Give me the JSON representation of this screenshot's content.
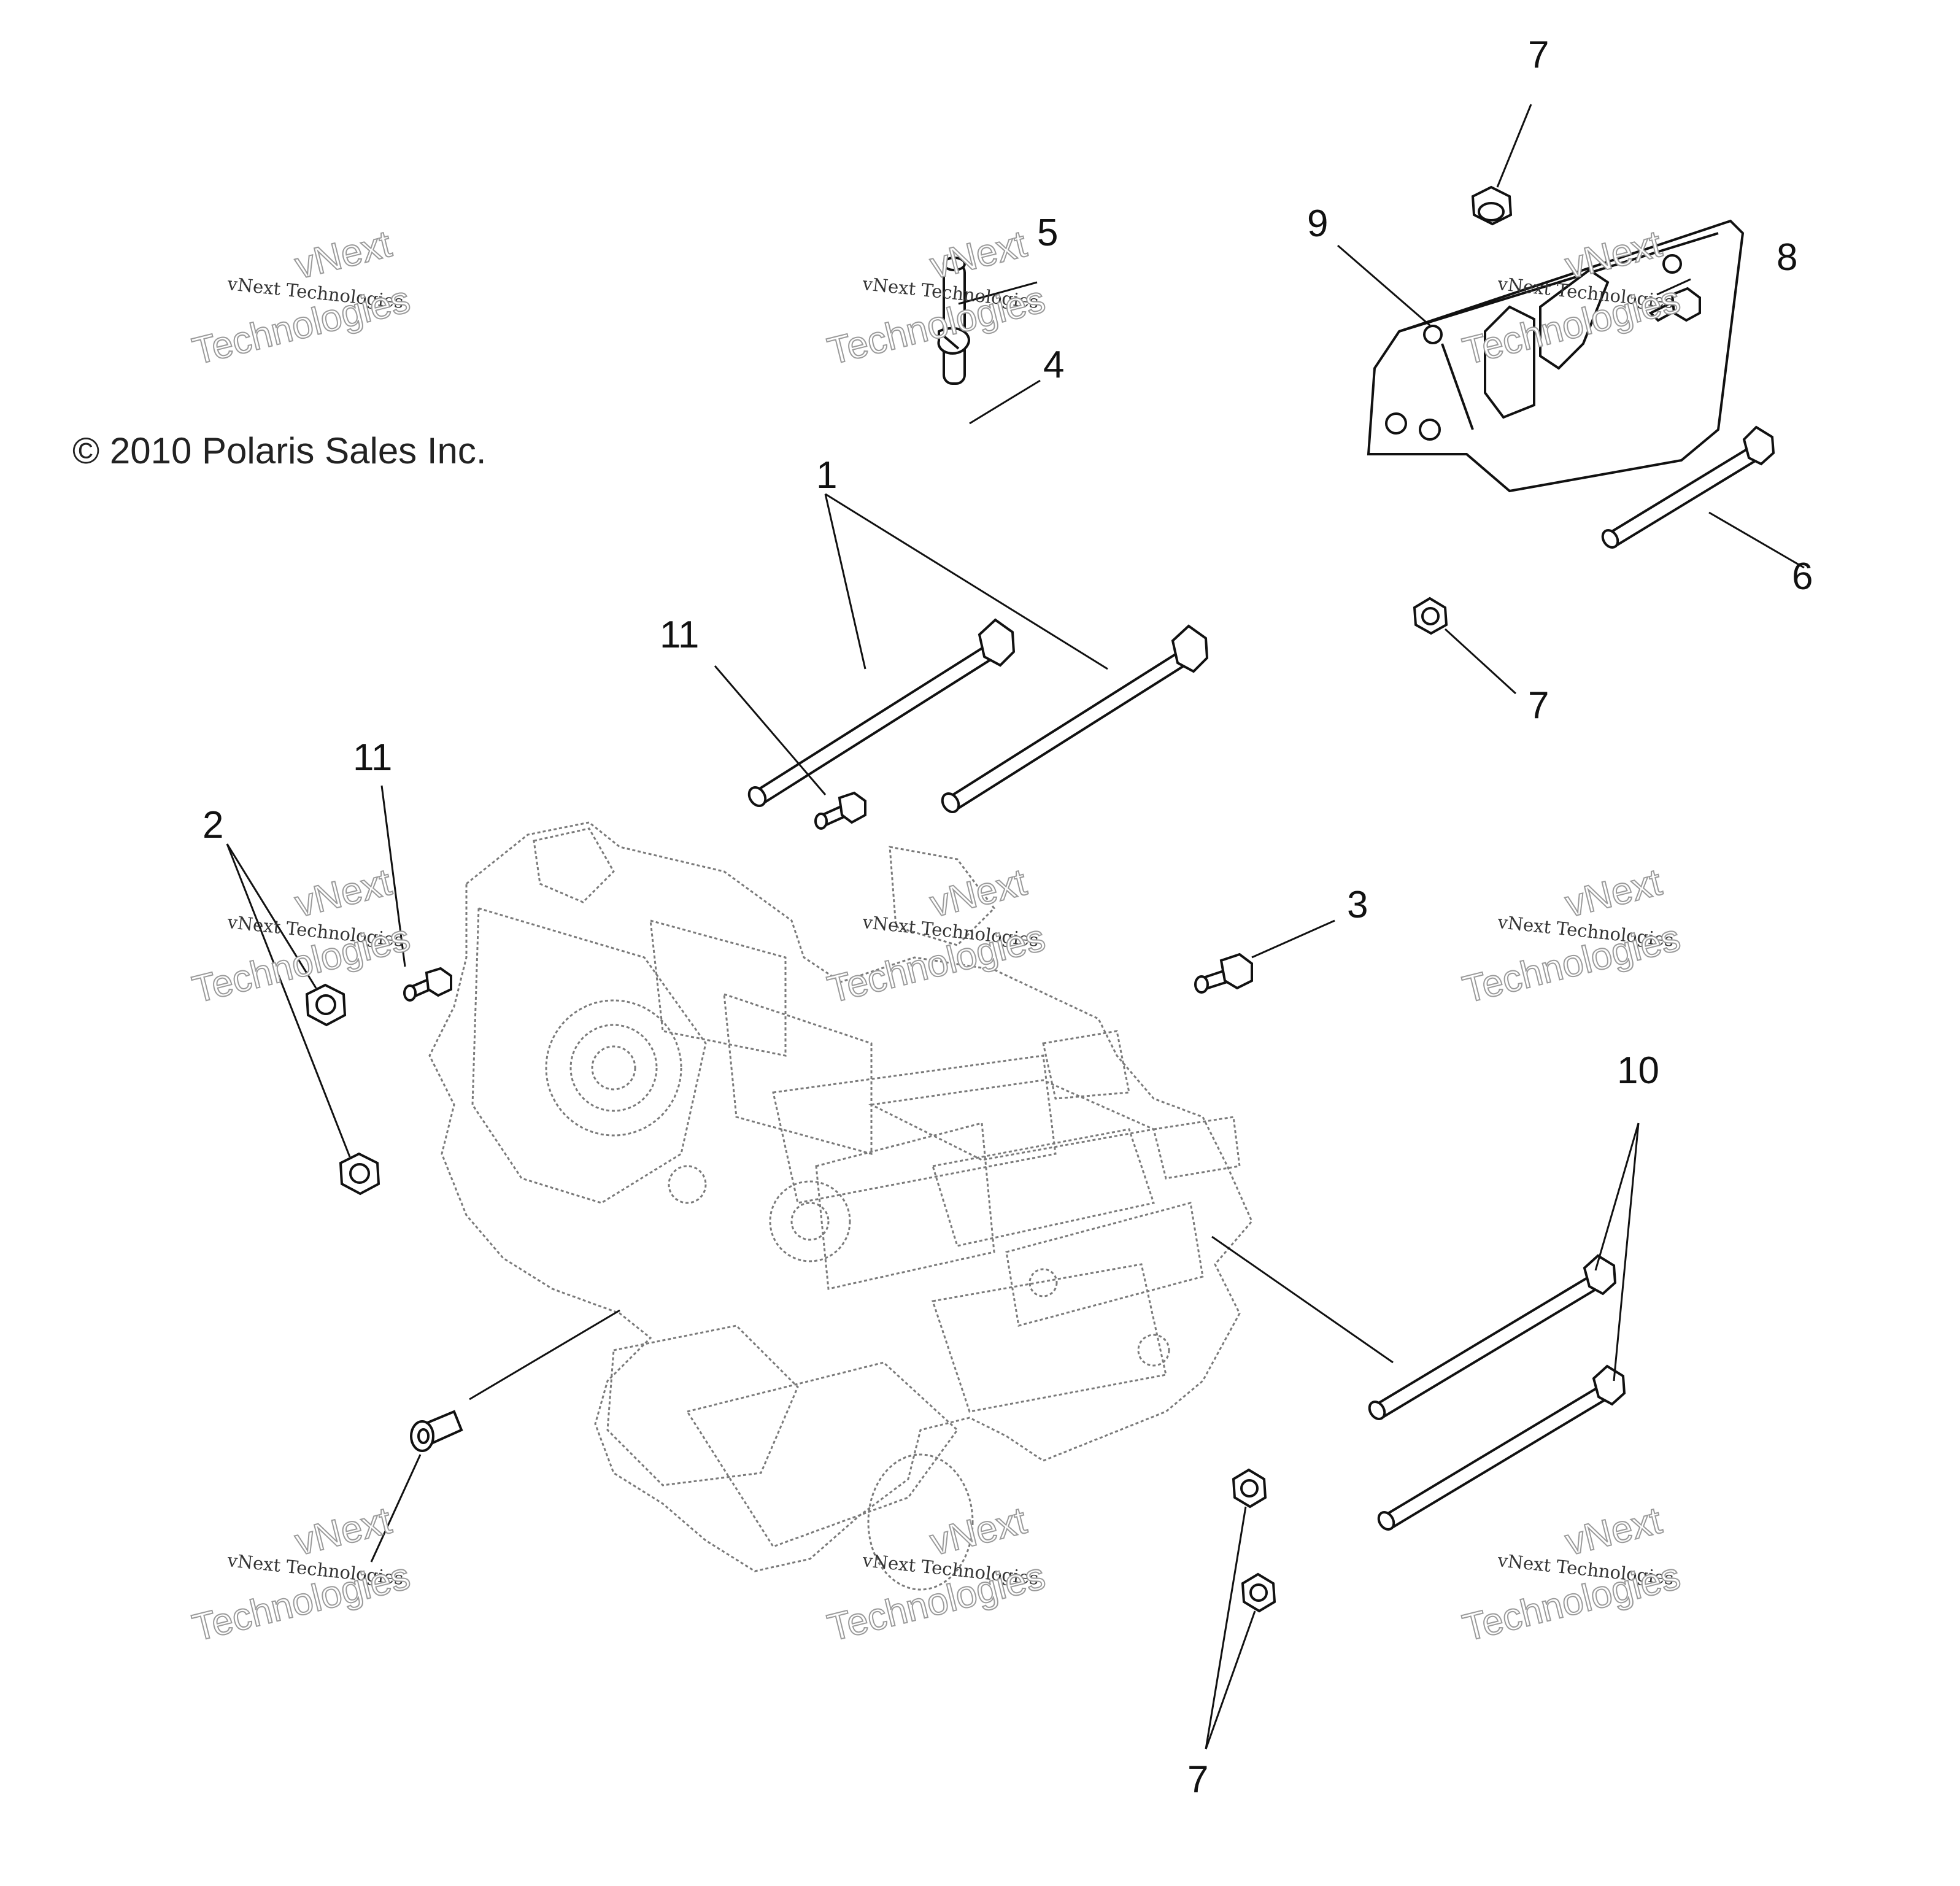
{
  "copyright": "© 2010 Polaris Sales Inc.",
  "watermark": {
    "line1": "vNext Technologies",
    "line2a": "vNext",
    "line2b": "Technologies"
  },
  "callouts": {
    "c1": "1",
    "c2": "2",
    "c3": "3",
    "c4": "4",
    "c5": "5",
    "c6": "6",
    "c7a": "7",
    "c7b": "7",
    "c7c": "7",
    "c8": "8",
    "c9": "9",
    "c10": "10",
    "c11a": "11",
    "c11b": "11"
  }
}
